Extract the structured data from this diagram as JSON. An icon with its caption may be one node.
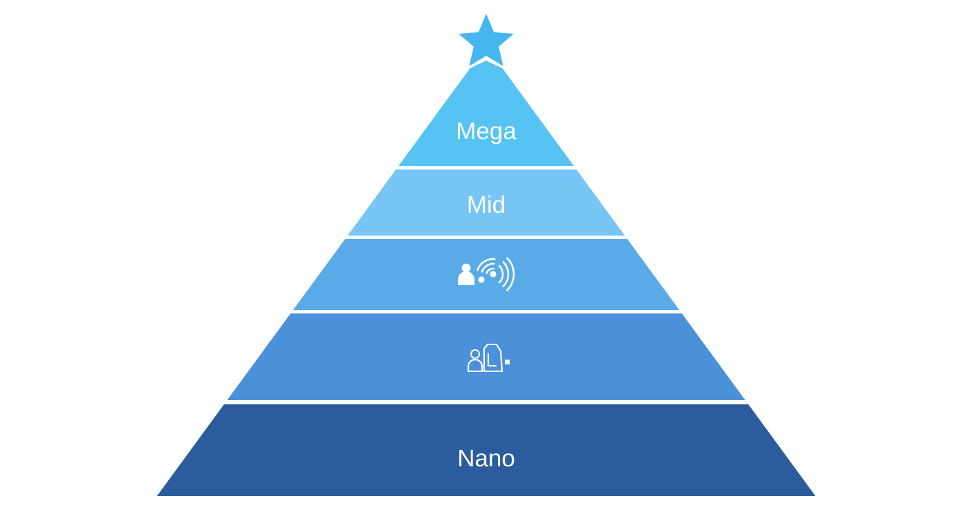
{
  "diagram": {
    "nodes": [
      {
        "text": [
          "Mega"
        ]
      },
      {
        "text": [
          "Mid"
        ]
      },
      {
        "text": [],
        "shape": "band"
      },
      {
        "text": [],
        "shape": "band"
      },
      {
        "text": [
          "Nano"
        ]
      }
    ]
  }
}
